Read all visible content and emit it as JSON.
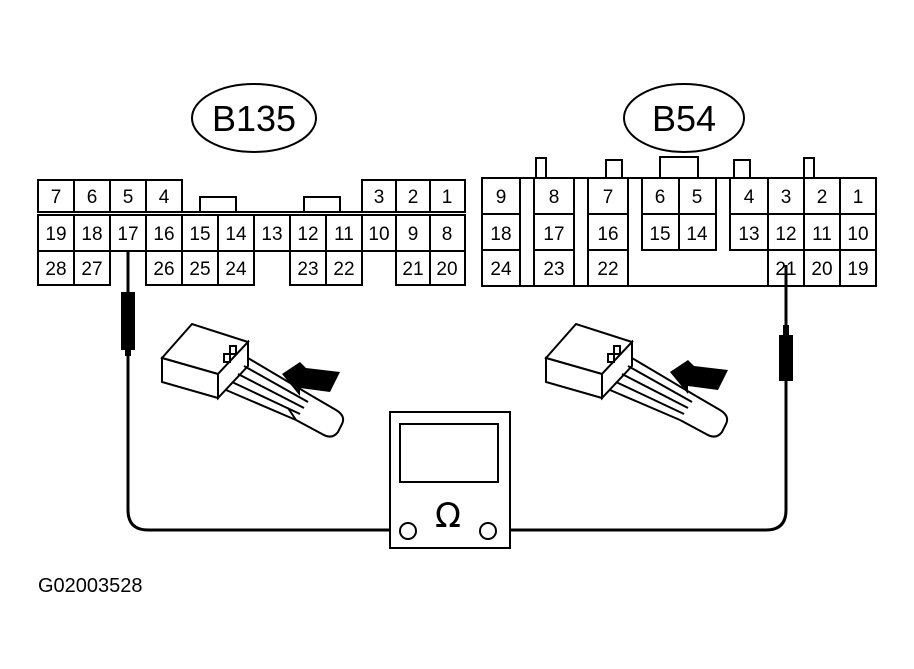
{
  "connector_left": {
    "label": "B135",
    "row1": [
      "7",
      "6",
      "5",
      "4",
      "3",
      "2",
      "1"
    ],
    "row2": [
      "19",
      "18",
      "17",
      "16",
      "15",
      "14",
      "13",
      "12",
      "11",
      "10",
      "9",
      "8"
    ],
    "row3": [
      "28",
      "27",
      "26",
      "25",
      "24",
      "23",
      "22",
      "21",
      "20"
    ]
  },
  "connector_right": {
    "label": "B54",
    "row1": [
      "9",
      "8",
      "7",
      "6",
      "5",
      "4",
      "3",
      "2",
      "1"
    ],
    "row2": [
      "18",
      "17",
      "16",
      "15",
      "14",
      "13",
      "12",
      "11",
      "10"
    ],
    "row3": [
      "24",
      "23",
      "22",
      "21",
      "20",
      "19"
    ]
  },
  "meter": {
    "symbol": "Ω"
  },
  "figure_id": "G02003528"
}
